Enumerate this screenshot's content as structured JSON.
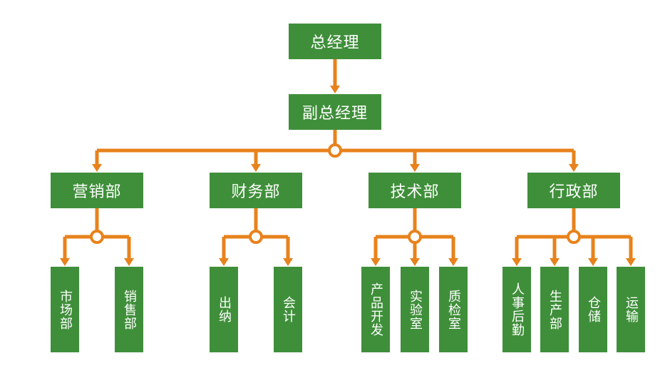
{
  "colors": {
    "box": "#3f8f3a",
    "connector": "#e8821c",
    "text": "#ffffff"
  },
  "top": [
    {
      "label": "总经理"
    },
    {
      "label": "副总经理"
    }
  ],
  "departments": [
    {
      "label": "营销部",
      "units": [
        {
          "label": "市场部"
        },
        {
          "label": "销售部"
        }
      ]
    },
    {
      "label": "财务部",
      "units": [
        {
          "label": "出纳"
        },
        {
          "label": "会计"
        }
      ]
    },
    {
      "label": "技术部",
      "units": [
        {
          "label": "产品开发"
        },
        {
          "label": "实验室"
        },
        {
          "label": "质检室"
        }
      ]
    },
    {
      "label": "行政部",
      "units": [
        {
          "label": "人事后勤"
        },
        {
          "label": "生产部"
        },
        {
          "label": "仓储"
        },
        {
          "label": "运输"
        }
      ]
    }
  ]
}
